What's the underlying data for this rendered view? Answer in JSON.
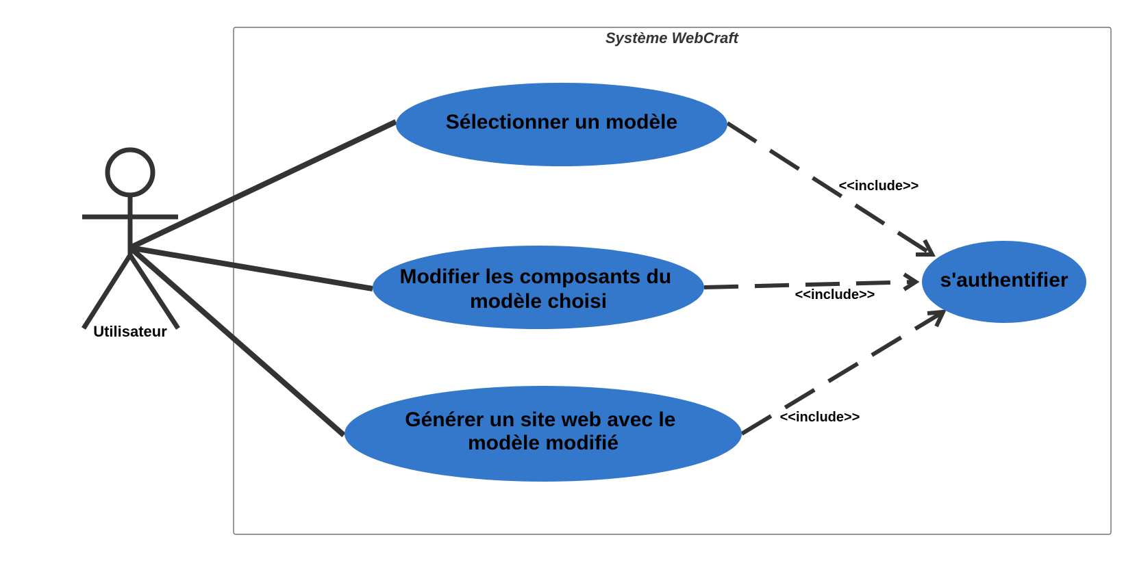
{
  "system": {
    "title": "Système WebCraft"
  },
  "actor": {
    "name": "Utilisateur"
  },
  "use_cases": {
    "select": {
      "lines": [
        "Sélectionner un modèle"
      ]
    },
    "modify": {
      "lines": [
        "Modifier les composants du",
        "modèle choisi"
      ]
    },
    "generate": {
      "lines": [
        "Générer un site web avec le",
        "modèle modifié"
      ]
    },
    "auth": {
      "lines": [
        "s'authentifier"
      ]
    }
  },
  "relations": {
    "include_1": "<<include>>",
    "include_2": "<<include>>",
    "include_3": "<<include>>"
  },
  "colors": {
    "use_case_fill": "#3478CC",
    "line": "#333333",
    "system_border": "#555555"
  }
}
